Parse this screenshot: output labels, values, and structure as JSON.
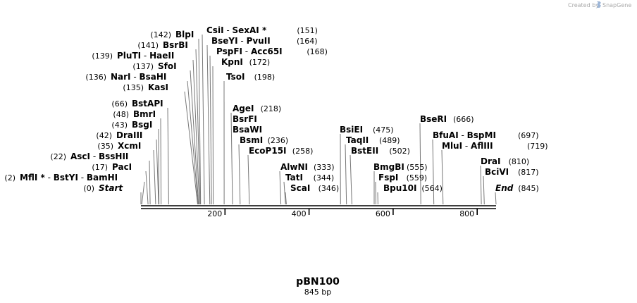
{
  "credit": "Created by",
  "brand": "SnapGene",
  "plasmid_name": "pBN100",
  "plasmid_length": "845 bp",
  "backbone": {
    "start": 0,
    "end": 845
  },
  "scale_ticks": [
    "200",
    "400",
    "600",
    "800"
  ],
  "labels": [
    {
      "id": "mfli",
      "text_pos": "(2)",
      "enzymes": [
        {
          "name": "MflI *"
        },
        {
          "name": "BstYI"
        },
        {
          "name": "BamHI"
        }
      ],
      "site": 2
    },
    {
      "id": "start",
      "text_pos": "(0)",
      "enzymes": [
        {
          "name": "Start"
        }
      ],
      "site": 0,
      "italic": true
    },
    {
      "id": "pacl",
      "text_pos": "(17)",
      "enzymes": [
        {
          "name": "PacI"
        }
      ],
      "site": 17
    },
    {
      "id": "ascl",
      "text_pos": "(22)",
      "enzymes": [
        {
          "name": "AscI"
        },
        {
          "name": "BssHII"
        }
      ],
      "site": 22
    },
    {
      "id": "xcmi",
      "text_pos": "(35)",
      "enzymes": [
        {
          "name": "XcmI"
        }
      ],
      "site": 35
    },
    {
      "id": "dralii",
      "text_pos": "(42)",
      "enzymes": [
        {
          "name": "DraIII"
        }
      ],
      "site": 42
    },
    {
      "id": "bsgi",
      "text_pos": "(43)",
      "enzymes": [
        {
          "name": "BsgI"
        }
      ],
      "site": 43
    },
    {
      "id": "bmri",
      "text_pos": "(48)",
      "enzymes": [
        {
          "name": "BmrI"
        }
      ],
      "site": 48
    },
    {
      "id": "bstapi",
      "text_pos": "(66)",
      "enzymes": [
        {
          "name": "BstAPI"
        }
      ],
      "site": 66
    },
    {
      "id": "kasi",
      "text_pos": "(135)",
      "enzymes": [
        {
          "name": "KasI"
        }
      ],
      "site": 135
    },
    {
      "id": "nari",
      "text_pos": "(136)",
      "enzymes": [
        {
          "name": "NarI"
        },
        {
          "name": "BsaHI"
        }
      ],
      "site": 136
    },
    {
      "id": "sfoi",
      "text_pos": "(137)",
      "enzymes": [
        {
          "name": "SfoI"
        }
      ],
      "site": 137
    },
    {
      "id": "pluti",
      "text_pos": "(139)",
      "enzymes": [
        {
          "name": "PluTI"
        },
        {
          "name": "HaeII"
        }
      ],
      "site": 139
    },
    {
      "id": "bsrbi",
      "text_pos": "(141)",
      "enzymes": [
        {
          "name": "BsrBI"
        }
      ],
      "site": 141
    },
    {
      "id": "blpi",
      "text_pos": "(142)",
      "enzymes": [
        {
          "name": "BlpI"
        }
      ],
      "site": 142
    },
    {
      "id": "csii",
      "text_pos": "(151)",
      "enzymes": [
        {
          "name": "CsiI"
        },
        {
          "name": "SexAI *"
        }
      ],
      "site": 151
    },
    {
      "id": "bseyi",
      "text_pos": "(164)",
      "enzymes": [
        {
          "name": "BseYI"
        },
        {
          "name": "PvuII"
        }
      ],
      "site": 164
    },
    {
      "id": "pspfi",
      "text_pos": "(168)",
      "enzymes": [
        {
          "name": "PspFI"
        },
        {
          "name": "Acc65I"
        }
      ],
      "site": 168
    },
    {
      "id": "kpni",
      "text_pos": "(172)",
      "enzymes": [
        {
          "name": "KpnI"
        }
      ],
      "site": 172
    },
    {
      "id": "tsoi",
      "text_pos": "(198)",
      "enzymes": [
        {
          "name": "TsoI"
        }
      ],
      "site": 198
    },
    {
      "id": "agei",
      "text_pos": "(218)",
      "enzymes": [
        {
          "name": "AgeI"
        }
      ],
      "site": 218
    },
    {
      "id": "bsrfi",
      "text_pos": "",
      "enzymes": [
        {
          "name": "BsrFI"
        }
      ],
      "site": 218
    },
    {
      "id": "bsawi",
      "text_pos": "",
      "enzymes": [
        {
          "name": "BsaWI"
        }
      ],
      "site": 218
    },
    {
      "id": "bsmi",
      "text_pos": "(236)",
      "enzymes": [
        {
          "name": "BsmI"
        }
      ],
      "site": 236
    },
    {
      "id": "ecop15i",
      "text_pos": "(258)",
      "enzymes": [
        {
          "name": "EcoP15I"
        }
      ],
      "site": 258
    },
    {
      "id": "alwni",
      "text_pos": "(333)",
      "enzymes": [
        {
          "name": "AlwNI"
        }
      ],
      "site": 333
    },
    {
      "id": "tati",
      "text_pos": "(344)",
      "enzymes": [
        {
          "name": "TatI"
        }
      ],
      "site": 344
    },
    {
      "id": "scai",
      "text_pos": "(346)",
      "enzymes": [
        {
          "name": "ScaI"
        }
      ],
      "site": 346
    },
    {
      "id": "bsiei",
      "text_pos": "(475)",
      "enzymes": [
        {
          "name": "BsiEI"
        }
      ],
      "site": 475
    },
    {
      "id": "taqii",
      "text_pos": "(489)",
      "enzymes": [
        {
          "name": "TaqII"
        }
      ],
      "site": 489
    },
    {
      "id": "bsteii",
      "text_pos": "(502)",
      "enzymes": [
        {
          "name": "BstEII"
        }
      ],
      "site": 502
    },
    {
      "id": "bmgbi",
      "text_pos": "(555)",
      "enzymes": [
        {
          "name": "BmgBI"
        }
      ],
      "site": 555
    },
    {
      "id": "fspi",
      "text_pos": "(559)",
      "enzymes": [
        {
          "name": "FspI"
        }
      ],
      "site": 559
    },
    {
      "id": "bpu10i",
      "text_pos": "(564)",
      "enzymes": [
        {
          "name": "Bpu10I"
        }
      ],
      "site": 564
    },
    {
      "id": "bseri",
      "text_pos": "(666)",
      "enzymes": [
        {
          "name": "BseRI"
        }
      ],
      "site": 666
    },
    {
      "id": "bfuai",
      "text_pos": "(697)",
      "enzymes": [
        {
          "name": "BfuAI"
        },
        {
          "name": "BspMI"
        }
      ],
      "site": 697
    },
    {
      "id": "mlui",
      "text_pos": "(719)",
      "enzymes": [
        {
          "name": "MluI"
        },
        {
          "name": "AflIII"
        }
      ],
      "site": 719
    },
    {
      "id": "drai",
      "text_pos": "(810)",
      "enzymes": [
        {
          "name": "DraI"
        }
      ],
      "site": 810
    },
    {
      "id": "bcivi",
      "text_pos": "(817)",
      "enzymes": [
        {
          "name": "BciVI"
        }
      ],
      "site": 817
    },
    {
      "id": "end",
      "text_pos": "(845)",
      "enzymes": [
        {
          "name": "End"
        }
      ],
      "site": 845,
      "italic": true
    }
  ]
}
